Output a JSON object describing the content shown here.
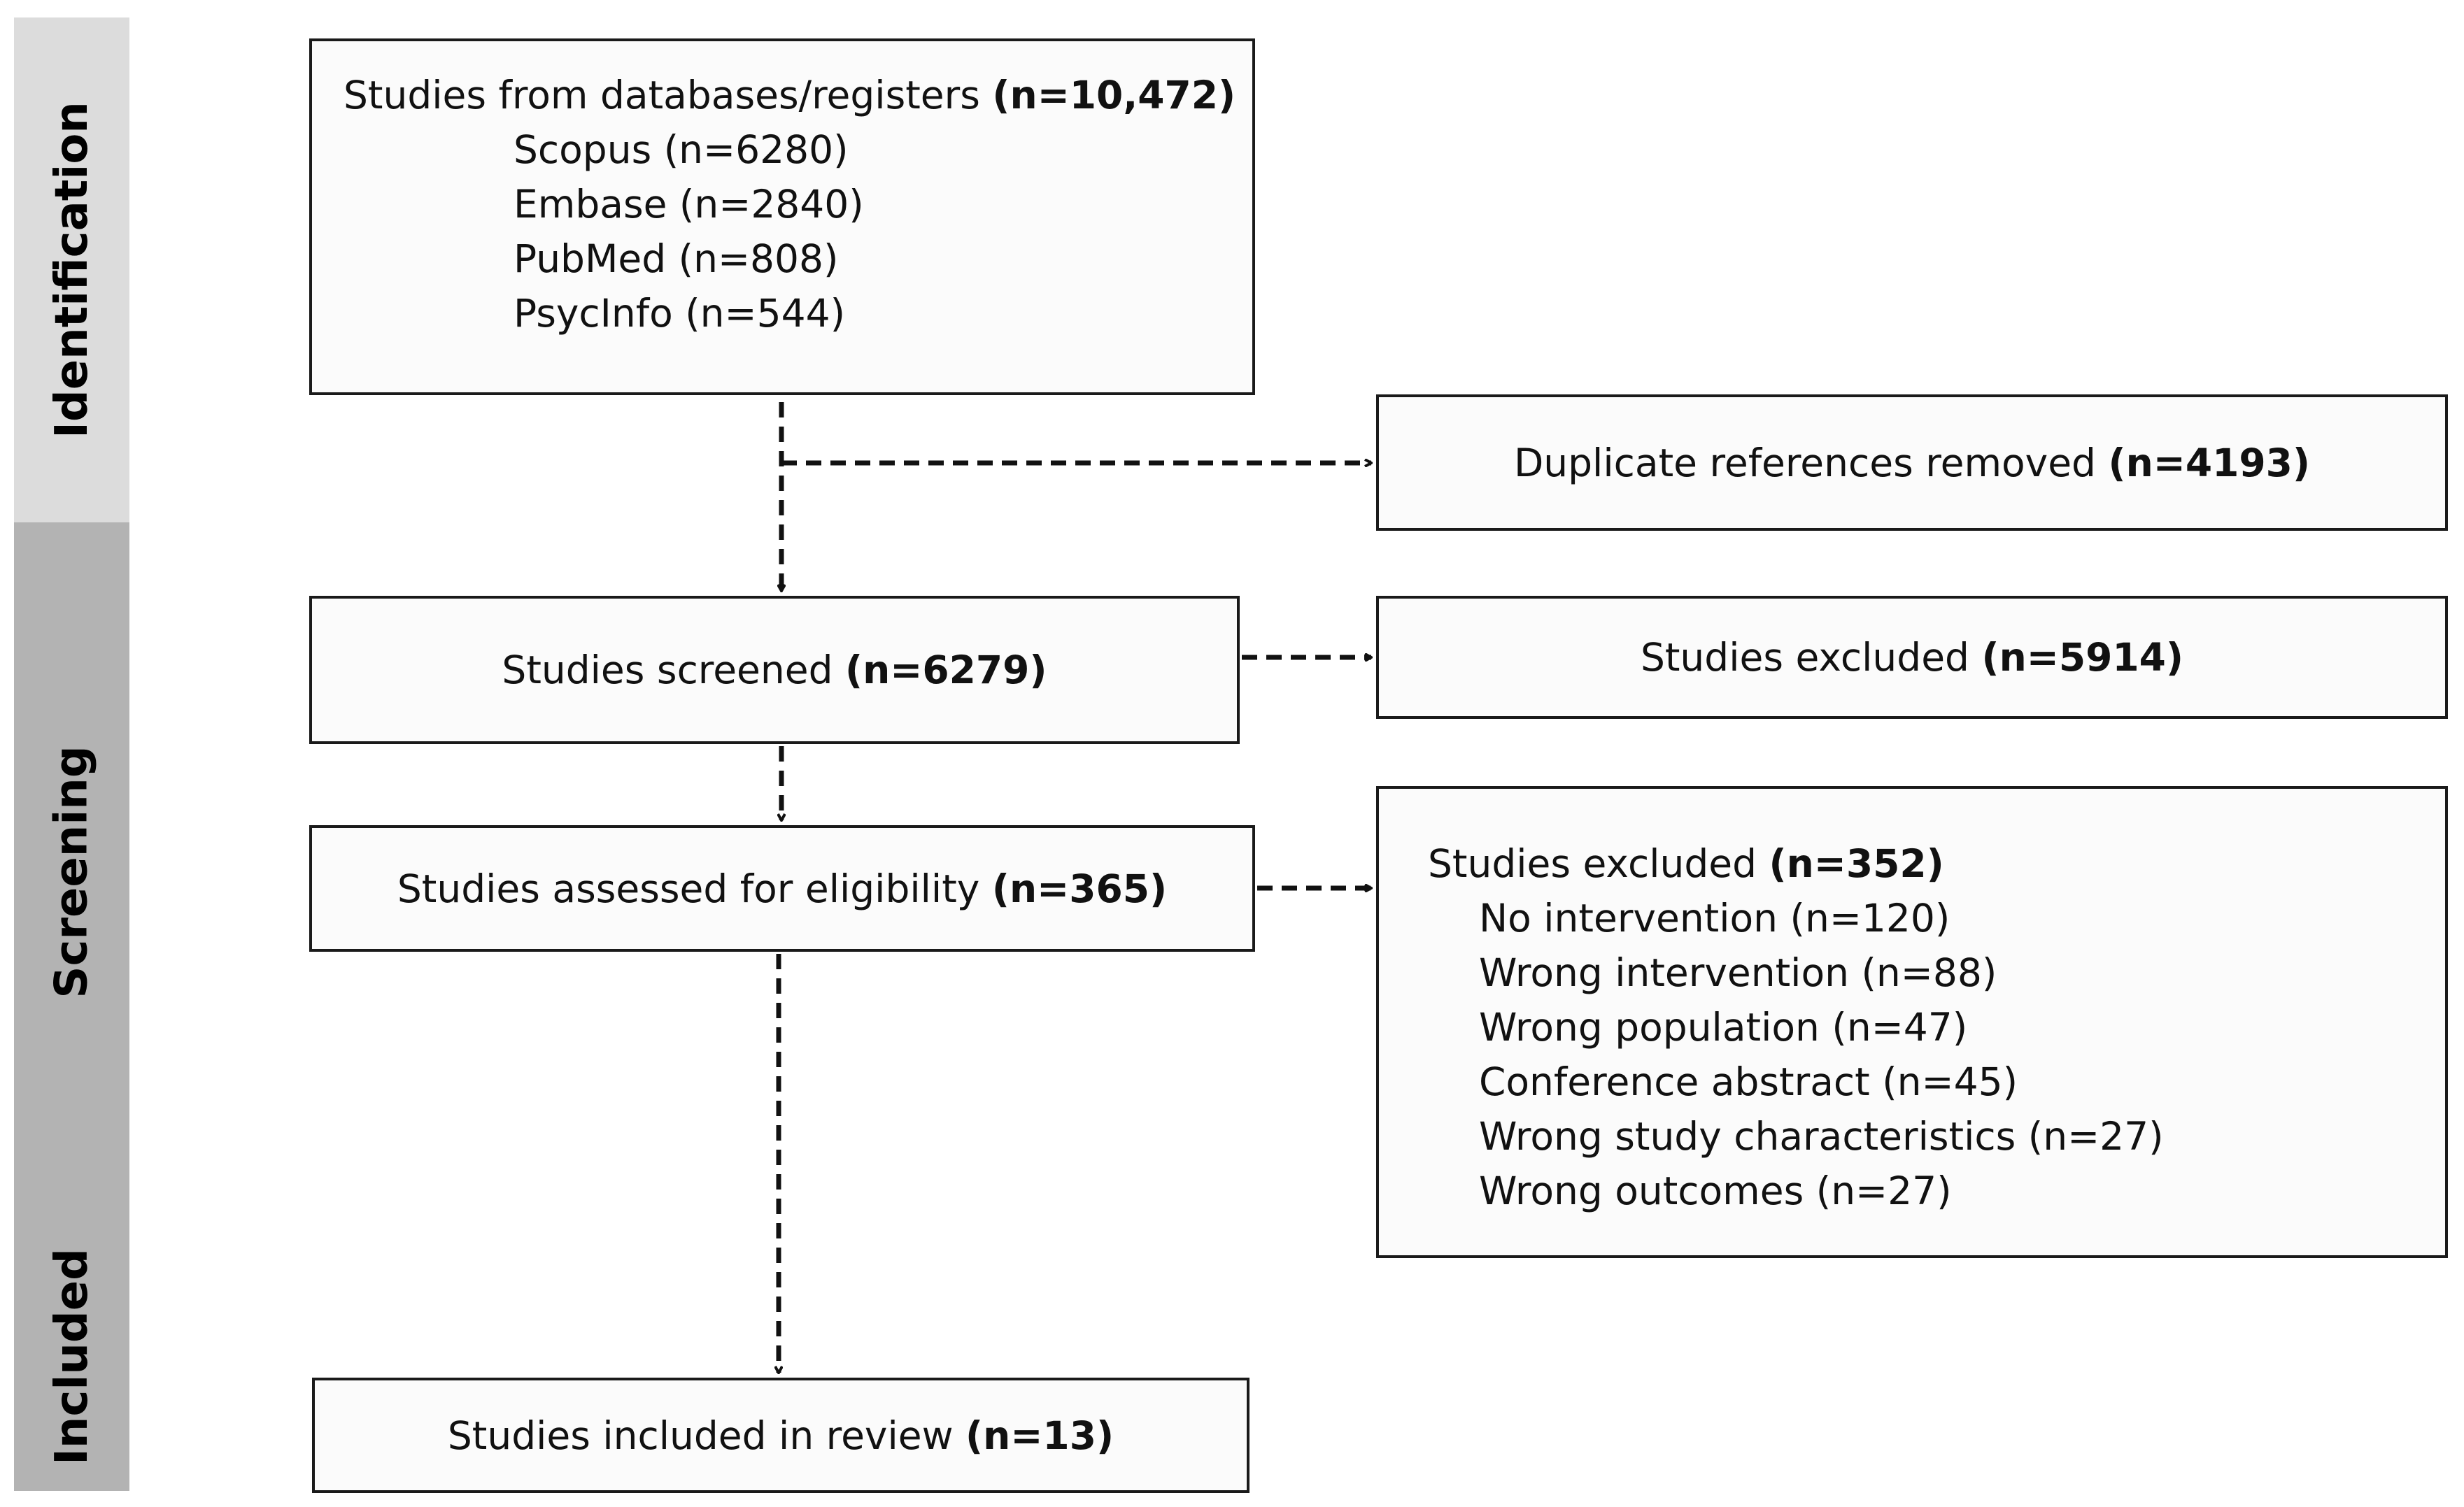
{
  "phases": {
    "identification": "Identification",
    "screening": "Screening",
    "included": "Included"
  },
  "identified": {
    "label": "Studies from  databases/registers",
    "count": "(n=10,472)",
    "sources": [
      "Scopus (n=6280)",
      "Embase (n=2840)",
      "PubMed (n=808)",
      "PsycInfo (n=544)"
    ]
  },
  "duplicates": {
    "label": "Duplicate references removed",
    "count": "(n=4193)"
  },
  "screened": {
    "label": "Studies screened",
    "count": "(n=6279)"
  },
  "excluded_screening": {
    "label": "Studies excluded",
    "count": "(n=5914)"
  },
  "eligibility": {
    "label": "Studies assessed for eligibility",
    "count": "(n=365)"
  },
  "excluded_fulltext": {
    "label": "Studies excluded",
    "count": "(n=352)",
    "reasons": [
      "No intervention (n=120)",
      "Wrong intervention (n=88)",
      "Wrong population (n=47)",
      "Conference abstract (n=45)",
      "Wrong study characteristics (n=27)",
      "Wrong outcomes (n=27)"
    ]
  },
  "included": {
    "label": "Studies included in review",
    "count": "(n=13)"
  }
}
